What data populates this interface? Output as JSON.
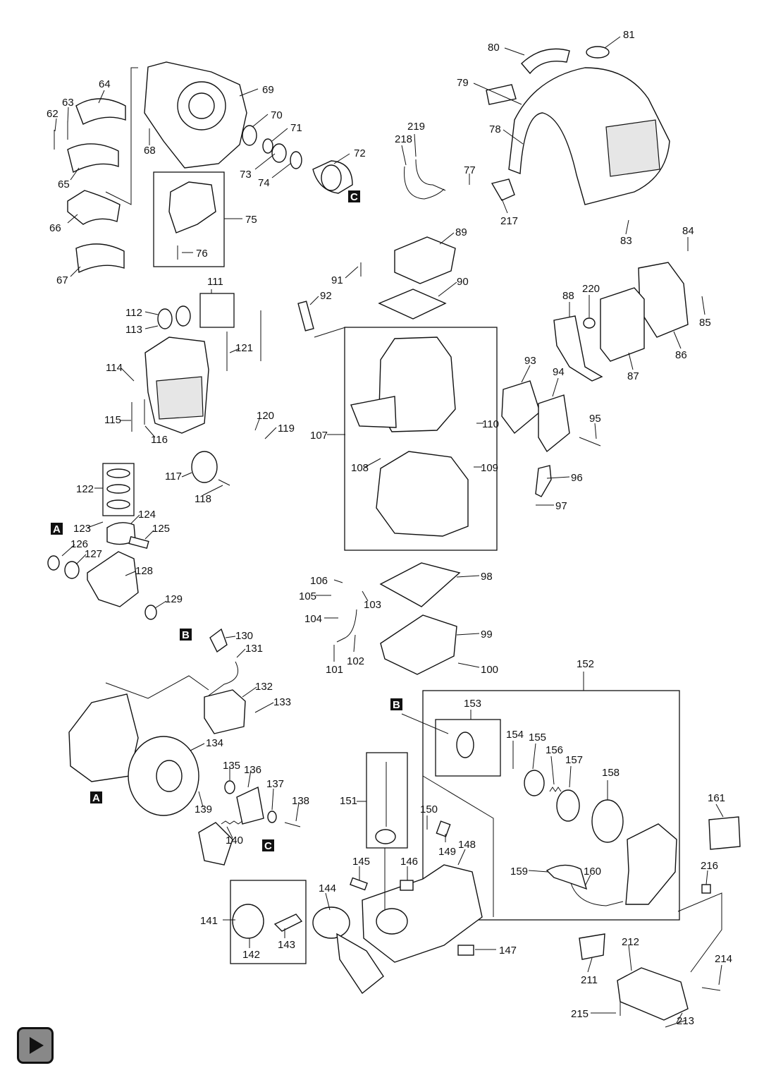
{
  "parts": [
    {
      "id": "62",
      "label": "62"
    },
    {
      "id": "63",
      "label": "63"
    },
    {
      "id": "64",
      "label": "64"
    },
    {
      "id": "65",
      "label": "65"
    },
    {
      "id": "66",
      "label": "66"
    },
    {
      "id": "67",
      "label": "67"
    },
    {
      "id": "68",
      "label": "68"
    },
    {
      "id": "69",
      "label": "69"
    },
    {
      "id": "70",
      "label": "70"
    },
    {
      "id": "71",
      "label": "71"
    },
    {
      "id": "72",
      "label": "72"
    },
    {
      "id": "73",
      "label": "73"
    },
    {
      "id": "74",
      "label": "74"
    },
    {
      "id": "75",
      "label": "75"
    },
    {
      "id": "76",
      "label": "76"
    },
    {
      "id": "77",
      "label": "77"
    },
    {
      "id": "78",
      "label": "78"
    },
    {
      "id": "79",
      "label": "79"
    },
    {
      "id": "80",
      "label": "80"
    },
    {
      "id": "81",
      "label": "81"
    },
    {
      "id": "83",
      "label": "83"
    },
    {
      "id": "84",
      "label": "84"
    },
    {
      "id": "85",
      "label": "85"
    },
    {
      "id": "86",
      "label": "86"
    },
    {
      "id": "87",
      "label": "87"
    },
    {
      "id": "88",
      "label": "88"
    },
    {
      "id": "89",
      "label": "89"
    },
    {
      "id": "90",
      "label": "90"
    },
    {
      "id": "91",
      "label": "91"
    },
    {
      "id": "92",
      "label": "92"
    },
    {
      "id": "93",
      "label": "93"
    },
    {
      "id": "94",
      "label": "94"
    },
    {
      "id": "95",
      "label": "95"
    },
    {
      "id": "96",
      "label": "96"
    },
    {
      "id": "97",
      "label": "97"
    },
    {
      "id": "98",
      "label": "98"
    },
    {
      "id": "99",
      "label": "99"
    },
    {
      "id": "100",
      "label": "100"
    },
    {
      "id": "101",
      "label": "101"
    },
    {
      "id": "102",
      "label": "102"
    },
    {
      "id": "103",
      "label": "103"
    },
    {
      "id": "104",
      "label": "104"
    },
    {
      "id": "105",
      "label": "105"
    },
    {
      "id": "106",
      "label": "106"
    },
    {
      "id": "107",
      "label": "107"
    },
    {
      "id": "108",
      "label": "108"
    },
    {
      "id": "109",
      "label": "109"
    },
    {
      "id": "110",
      "label": "110"
    },
    {
      "id": "111",
      "label": "111"
    },
    {
      "id": "112",
      "label": "112"
    },
    {
      "id": "113",
      "label": "113"
    },
    {
      "id": "114",
      "label": "114"
    },
    {
      "id": "115",
      "label": "115"
    },
    {
      "id": "116",
      "label": "116"
    },
    {
      "id": "117",
      "label": "117"
    },
    {
      "id": "118",
      "label": "118"
    },
    {
      "id": "119",
      "label": "119"
    },
    {
      "id": "120",
      "label": "120"
    },
    {
      "id": "121",
      "label": "121"
    },
    {
      "id": "122",
      "label": "122"
    },
    {
      "id": "123",
      "label": "123"
    },
    {
      "id": "124",
      "label": "124"
    },
    {
      "id": "125",
      "label": "125"
    },
    {
      "id": "126",
      "label": "126"
    },
    {
      "id": "127",
      "label": "127"
    },
    {
      "id": "128",
      "label": "128"
    },
    {
      "id": "129",
      "label": "129"
    },
    {
      "id": "130",
      "label": "130"
    },
    {
      "id": "131",
      "label": "131"
    },
    {
      "id": "132",
      "label": "132"
    },
    {
      "id": "133",
      "label": "133"
    },
    {
      "id": "134",
      "label": "134"
    },
    {
      "id": "135",
      "label": "135"
    },
    {
      "id": "136",
      "label": "136"
    },
    {
      "id": "137",
      "label": "137"
    },
    {
      "id": "138",
      "label": "138"
    },
    {
      "id": "139",
      "label": "139"
    },
    {
      "id": "140",
      "label": "140"
    },
    {
      "id": "141",
      "label": "141"
    },
    {
      "id": "142",
      "label": "142"
    },
    {
      "id": "143",
      "label": "143"
    },
    {
      "id": "144",
      "label": "144"
    },
    {
      "id": "145",
      "label": "145"
    },
    {
      "id": "146",
      "label": "146"
    },
    {
      "id": "147",
      "label": "147"
    },
    {
      "id": "148",
      "label": "148"
    },
    {
      "id": "149",
      "label": "149"
    },
    {
      "id": "150",
      "label": "150"
    },
    {
      "id": "151",
      "label": "151"
    },
    {
      "id": "152",
      "label": "152"
    },
    {
      "id": "153",
      "label": "153"
    },
    {
      "id": "154",
      "label": "154"
    },
    {
      "id": "155",
      "label": "155"
    },
    {
      "id": "156",
      "label": "156"
    },
    {
      "id": "157",
      "label": "157"
    },
    {
      "id": "158",
      "label": "158"
    },
    {
      "id": "159",
      "label": "159"
    },
    {
      "id": "160",
      "label": "160"
    },
    {
      "id": "161",
      "label": "161"
    },
    {
      "id": "211",
      "label": "211"
    },
    {
      "id": "212",
      "label": "212"
    },
    {
      "id": "213",
      "label": "213"
    },
    {
      "id": "214",
      "label": "214"
    },
    {
      "id": "215",
      "label": "215"
    },
    {
      "id": "216",
      "label": "216"
    },
    {
      "id": "217",
      "label": "217"
    },
    {
      "id": "218",
      "label": "218"
    },
    {
      "id": "219",
      "label": "219"
    },
    {
      "id": "220",
      "label": "220"
    }
  ],
  "reference_tags": {
    "A": "A",
    "B": "B",
    "C": "C"
  },
  "controls": {
    "play_icon": "play-icon"
  },
  "colors": {
    "line": "#111111",
    "background": "#ffffff",
    "button_fill": "#888888"
  }
}
